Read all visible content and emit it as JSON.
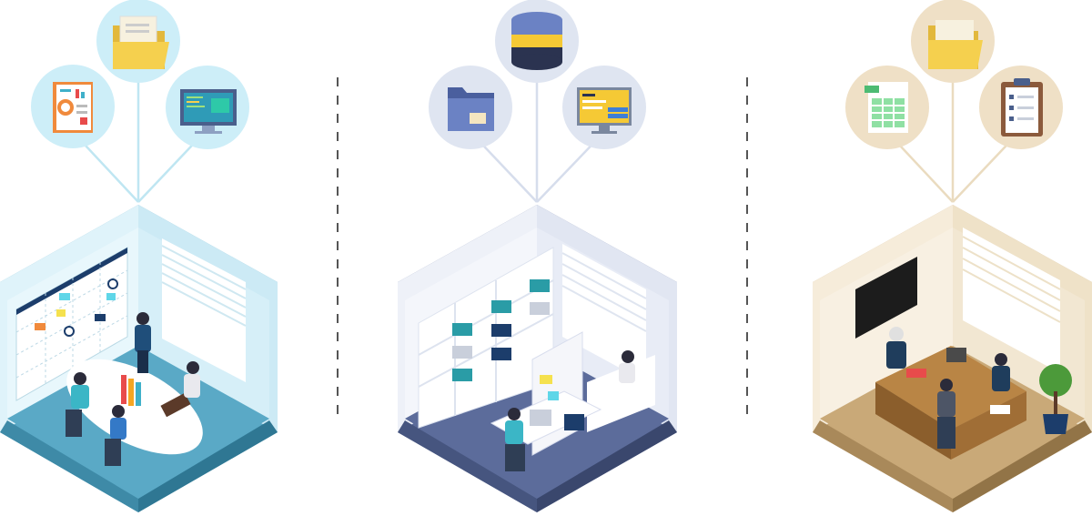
{
  "colors": {
    "panel_blue": "#cdeef8",
    "panel_blue_floor": "#5aa9c6",
    "panel_slate": "#dfe5f1",
    "panel_slate_floor": "#5c6c9b",
    "panel_beige": "#f3e6cf",
    "panel_beige_floor": "#c9a978",
    "divider": "#555555"
  },
  "scenes": [
    {
      "id": "meeting-room",
      "theme": "blue",
      "icons": [
        "report-icon",
        "folder-icon",
        "code-monitor-icon"
      ]
    },
    {
      "id": "workspace",
      "theme": "slate",
      "icons": [
        "folder-icon",
        "database-icon",
        "code-monitor-icon"
      ]
    },
    {
      "id": "office",
      "theme": "beige",
      "icons": [
        "spreadsheet-icon",
        "folder-icon",
        "clipboard-icon"
      ]
    }
  ]
}
